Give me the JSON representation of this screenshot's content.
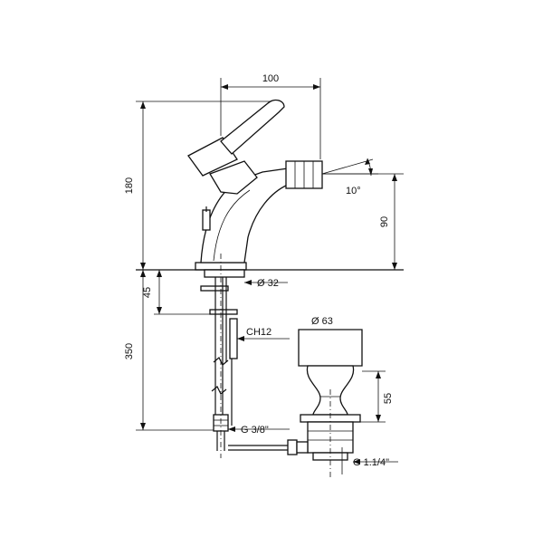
{
  "dimensions": {
    "width_top": "100",
    "height_total": "180",
    "spout_height": "90",
    "spray_angle": "10°",
    "base_diameter": "Ø 32",
    "base_depth": "45",
    "shank_length": "350",
    "hex_size": "CH12",
    "inlet_thread": "G 3/8\"",
    "drain_diameter": "Ø 63",
    "drain_height": "55",
    "drain_thread": "G 1.1/4\""
  }
}
